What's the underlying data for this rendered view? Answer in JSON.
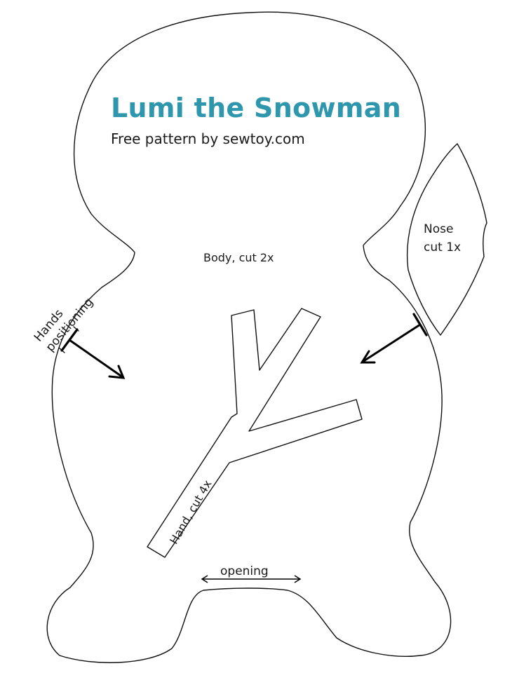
{
  "title": "Lumi the Snowman",
  "subtitle": "Free pattern by sewtoy.com",
  "pieces": {
    "body": "Body, cut 2x",
    "nose_line1": "Nose",
    "nose_line2": "cut 1x",
    "hand": "Hand, cut 4x"
  },
  "annotations": {
    "hands_line1": "Hands",
    "hands_line2": "positioning",
    "opening": "opening"
  },
  "colors": {
    "title": "#2e97ad",
    "outline": "#111111"
  }
}
